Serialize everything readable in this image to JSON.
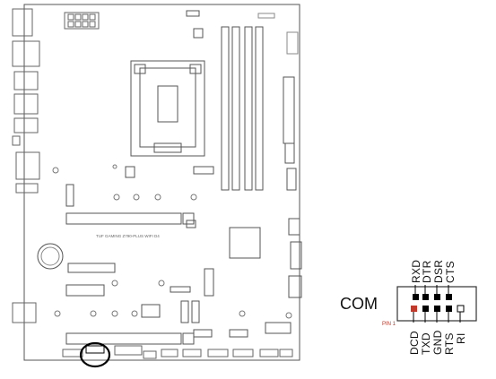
{
  "board": {
    "model_text": "TUF GAMING Z790-PLUS WIFI D4"
  },
  "connector": {
    "name": "COM",
    "pin1_label": "PIN 1",
    "top_pins": [
      "RXD",
      "DTR",
      "DSR",
      "CTS"
    ],
    "bottom_pins": [
      "DCD",
      "TXD",
      "GND",
      "RTS",
      "RI"
    ]
  },
  "colors": {
    "line": "#555555",
    "pin": "#000000",
    "pin1_marker": "#c0392b",
    "highlight": "#000000"
  }
}
